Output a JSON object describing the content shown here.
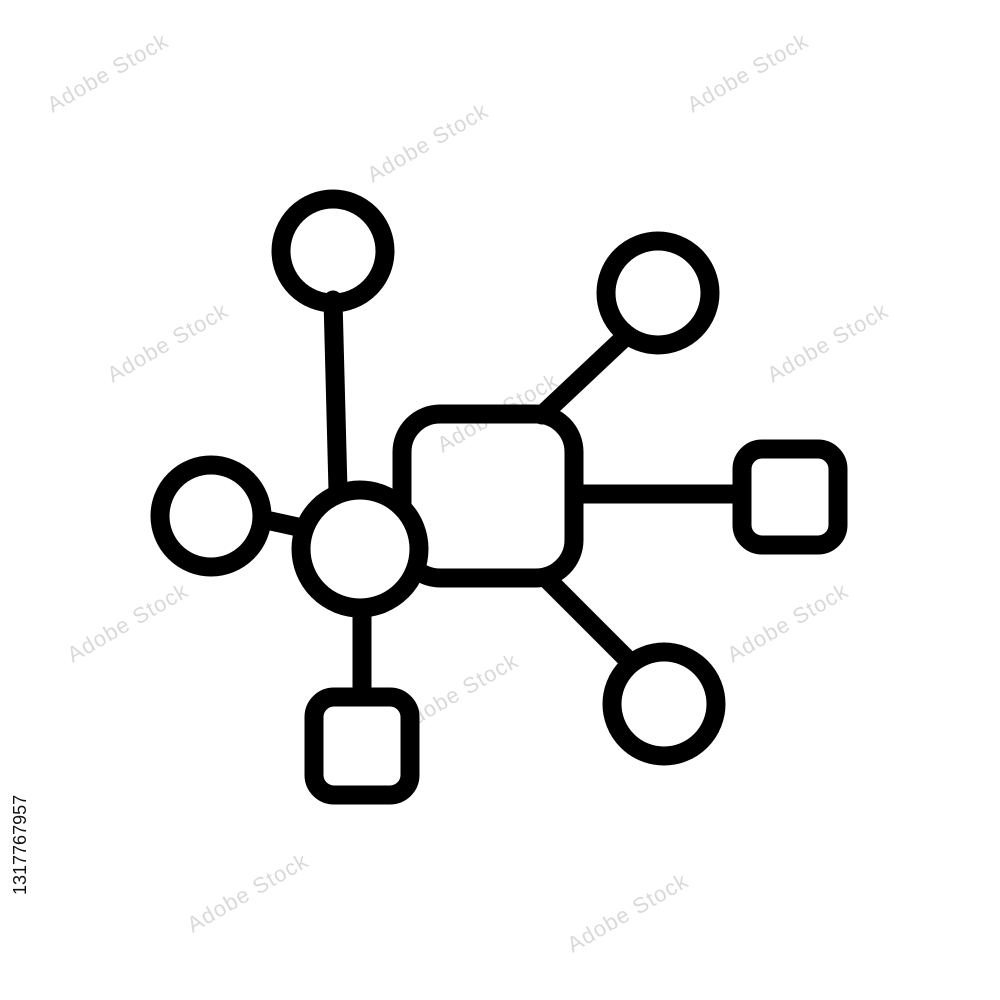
{
  "watermark": {
    "text": "Adobe Stock"
  },
  "stock_id": "1317767957",
  "icon": {
    "name": "network-hub-icon",
    "stroke_color": "#000000",
    "background": "#ffffff",
    "nodes": [
      {
        "id": "hub-square",
        "shape": "square"
      },
      {
        "id": "hub-circle",
        "shape": "circle"
      },
      {
        "id": "top-circle",
        "shape": "circle"
      },
      {
        "id": "left-circle",
        "shape": "circle"
      },
      {
        "id": "top-right-circle",
        "shape": "circle"
      },
      {
        "id": "right-square",
        "shape": "square"
      },
      {
        "id": "bottom-square",
        "shape": "square"
      },
      {
        "id": "bottom-right-circle",
        "shape": "circle"
      }
    ]
  }
}
